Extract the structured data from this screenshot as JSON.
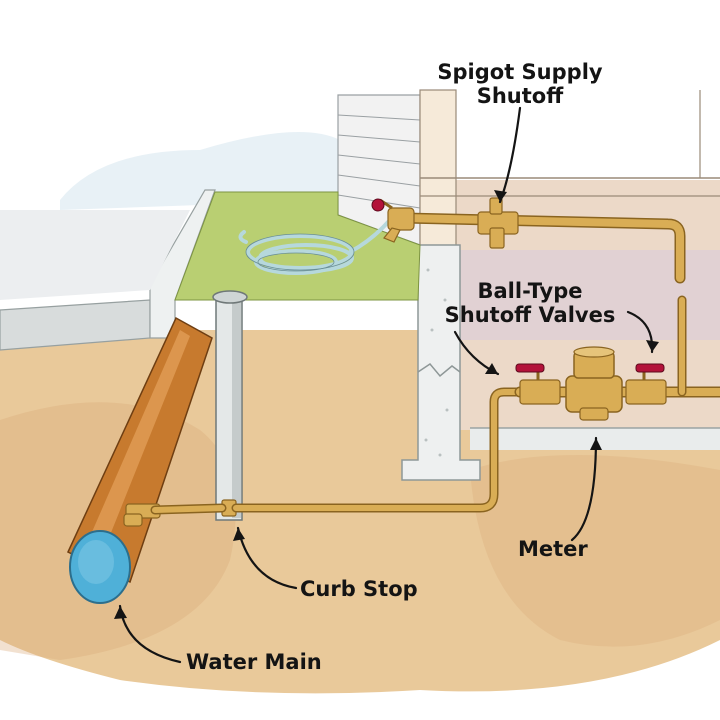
{
  "labels": {
    "spigot_line1": "Spigot Supply",
    "spigot_line2": "Shutoff",
    "ball_line1": "Ball-Type",
    "ball_line2": "Shutoff Valves",
    "meter": "Meter",
    "curb_stop": "Curb Stop",
    "water_main": "Water Main"
  },
  "colors": {
    "soil": "#e9c99a",
    "soil_dark": "#d9a978",
    "lawn": "#b9cf72",
    "concrete": "#d8dcdc",
    "siding": "#f2f2f2",
    "basement_wall": "#ecd9c8",
    "pipe_brass": "#d9ad55",
    "pipe_outline": "#8a6420",
    "main_pipe": "#c77a2e",
    "main_opening": "#4fb0d8",
    "valve_handle": "#b3123a",
    "hose": "#b6d8dc"
  }
}
